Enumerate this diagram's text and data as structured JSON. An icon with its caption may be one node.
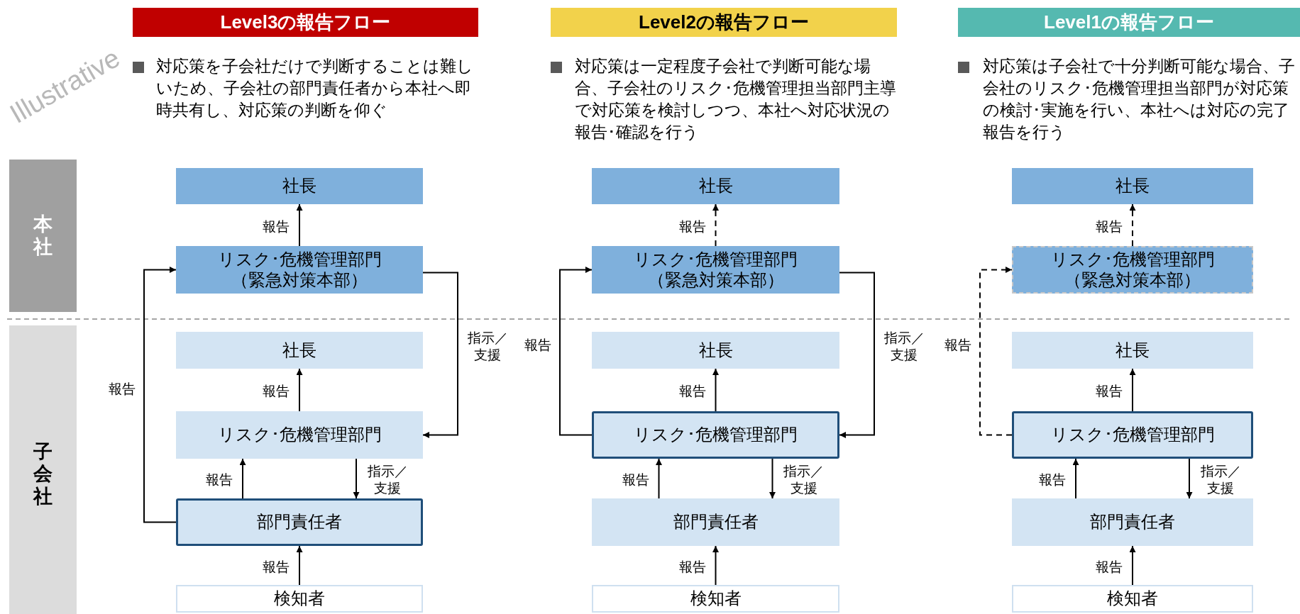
{
  "diagram": {
    "nodes": [
      {
        "text": [
          "Level3の報告フロー"
        ]
      },
      {
        "text": [
          "Level2の報告フロー"
        ]
      },
      {
        "text": [
          "Level1の報告フロー"
        ]
      },
      {
        "text": [
          "本社"
        ]
      },
      {
        "text": [
          "子会社"
        ]
      },
      {
        "text": [
          "社長"
        ]
      },
      {
        "text": [
          "リスク･危機管理部門",
          "（緊急対策本部）"
        ]
      },
      {
        "text": [
          "社長"
        ]
      },
      {
        "text": [
          "リスク･危機管理部門"
        ]
      },
      {
        "text": [
          "部門責任者"
        ]
      },
      {
        "text": [
          "検知者"
        ]
      },
      {
        "text": [
          "社長"
        ]
      },
      {
        "text": [
          "リスク･危機管理部門",
          "（緊急対策本部）"
        ]
      },
      {
        "text": [
          "社長"
        ]
      },
      {
        "text": [
          "リスク･危機管理部門"
        ]
      },
      {
        "text": [
          "部門責任者"
        ]
      },
      {
        "text": [
          "検知者"
        ]
      },
      {
        "text": [
          "社長"
        ]
      },
      {
        "text": [
          "リスク･危機管理部門",
          "（緊急対策本部）"
        ]
      },
      {
        "text": [
          "社長"
        ]
      },
      {
        "text": [
          "リスク･危機管理部門"
        ]
      },
      {
        "text": [
          "部門責任者"
        ]
      },
      {
        "text": [
          "検知者"
        ]
      }
    ],
    "edges": [
      {
        "from": 6,
        "to": 5,
        "arrow": "to",
        "label": "報告"
      },
      {
        "from": 9,
        "to": 6,
        "arrow": "to",
        "label": "報告"
      },
      {
        "from": 6,
        "to": 8,
        "arrow": "to",
        "label": "指示／支援"
      },
      {
        "from": 8,
        "to": 7,
        "arrow": "to",
        "label": "報告"
      },
      {
        "from": 9,
        "to": 8,
        "arrow": "to",
        "label": "報告"
      },
      {
        "from": 8,
        "to": 9,
        "arrow": "to",
        "label": "指示／支援"
      },
      {
        "from": 10,
        "to": 9,
        "arrow": "to",
        "label": "報告"
      },
      {
        "from": 12,
        "to": 11,
        "arrow": "to",
        "label": "報告",
        "style": "dashed"
      },
      {
        "from": 14,
        "to": 12,
        "arrow": "to",
        "label": "報告"
      },
      {
        "from": 12,
        "to": 14,
        "arrow": "to",
        "label": "指示／支援"
      },
      {
        "from": 14,
        "to": 13,
        "arrow": "to",
        "label": "報告"
      },
      {
        "from": 15,
        "to": 14,
        "arrow": "to",
        "label": "報告"
      },
      {
        "from": 14,
        "to": 15,
        "arrow": "to",
        "label": "指示／支援"
      },
      {
        "from": 16,
        "to": 15,
        "arrow": "to",
        "label": "報告"
      },
      {
        "from": 18,
        "to": 17,
        "arrow": "to",
        "label": "報告",
        "style": "dashed"
      },
      {
        "from": 20,
        "to": 18,
        "arrow": "to",
        "label": "報告",
        "style": "dashed"
      },
      {
        "from": 20,
        "to": 19,
        "arrow": "to",
        "label": "報告"
      },
      {
        "from": 21,
        "to": 20,
        "arrow": "to",
        "label": "報告"
      },
      {
        "from": 20,
        "to": 21,
        "arrow": "to",
        "label": "指示／支援"
      },
      {
        "from": 22,
        "to": 21,
        "arrow": "to",
        "label": "報告"
      }
    ],
    "labels": [
      "対応策を子会社だけで判断することは難しいため、子会社の部門責任者から本社へ即時共有し、対応策の判断を仰ぐ",
      "対応策は一定程度子会社で判断可能な場合、子会社のリスク･危機管理担当部門主導で対応策を検討しつつ、本社へ対応状況の報告･確認を行う",
      "対応策は子会社で十分判断可能な場合、子会社のリスク･危機管理担当部門が対応策の検討･実施を行い、本社へは対応の完了報告を行う",
      "Illustrative"
    ]
  }
}
